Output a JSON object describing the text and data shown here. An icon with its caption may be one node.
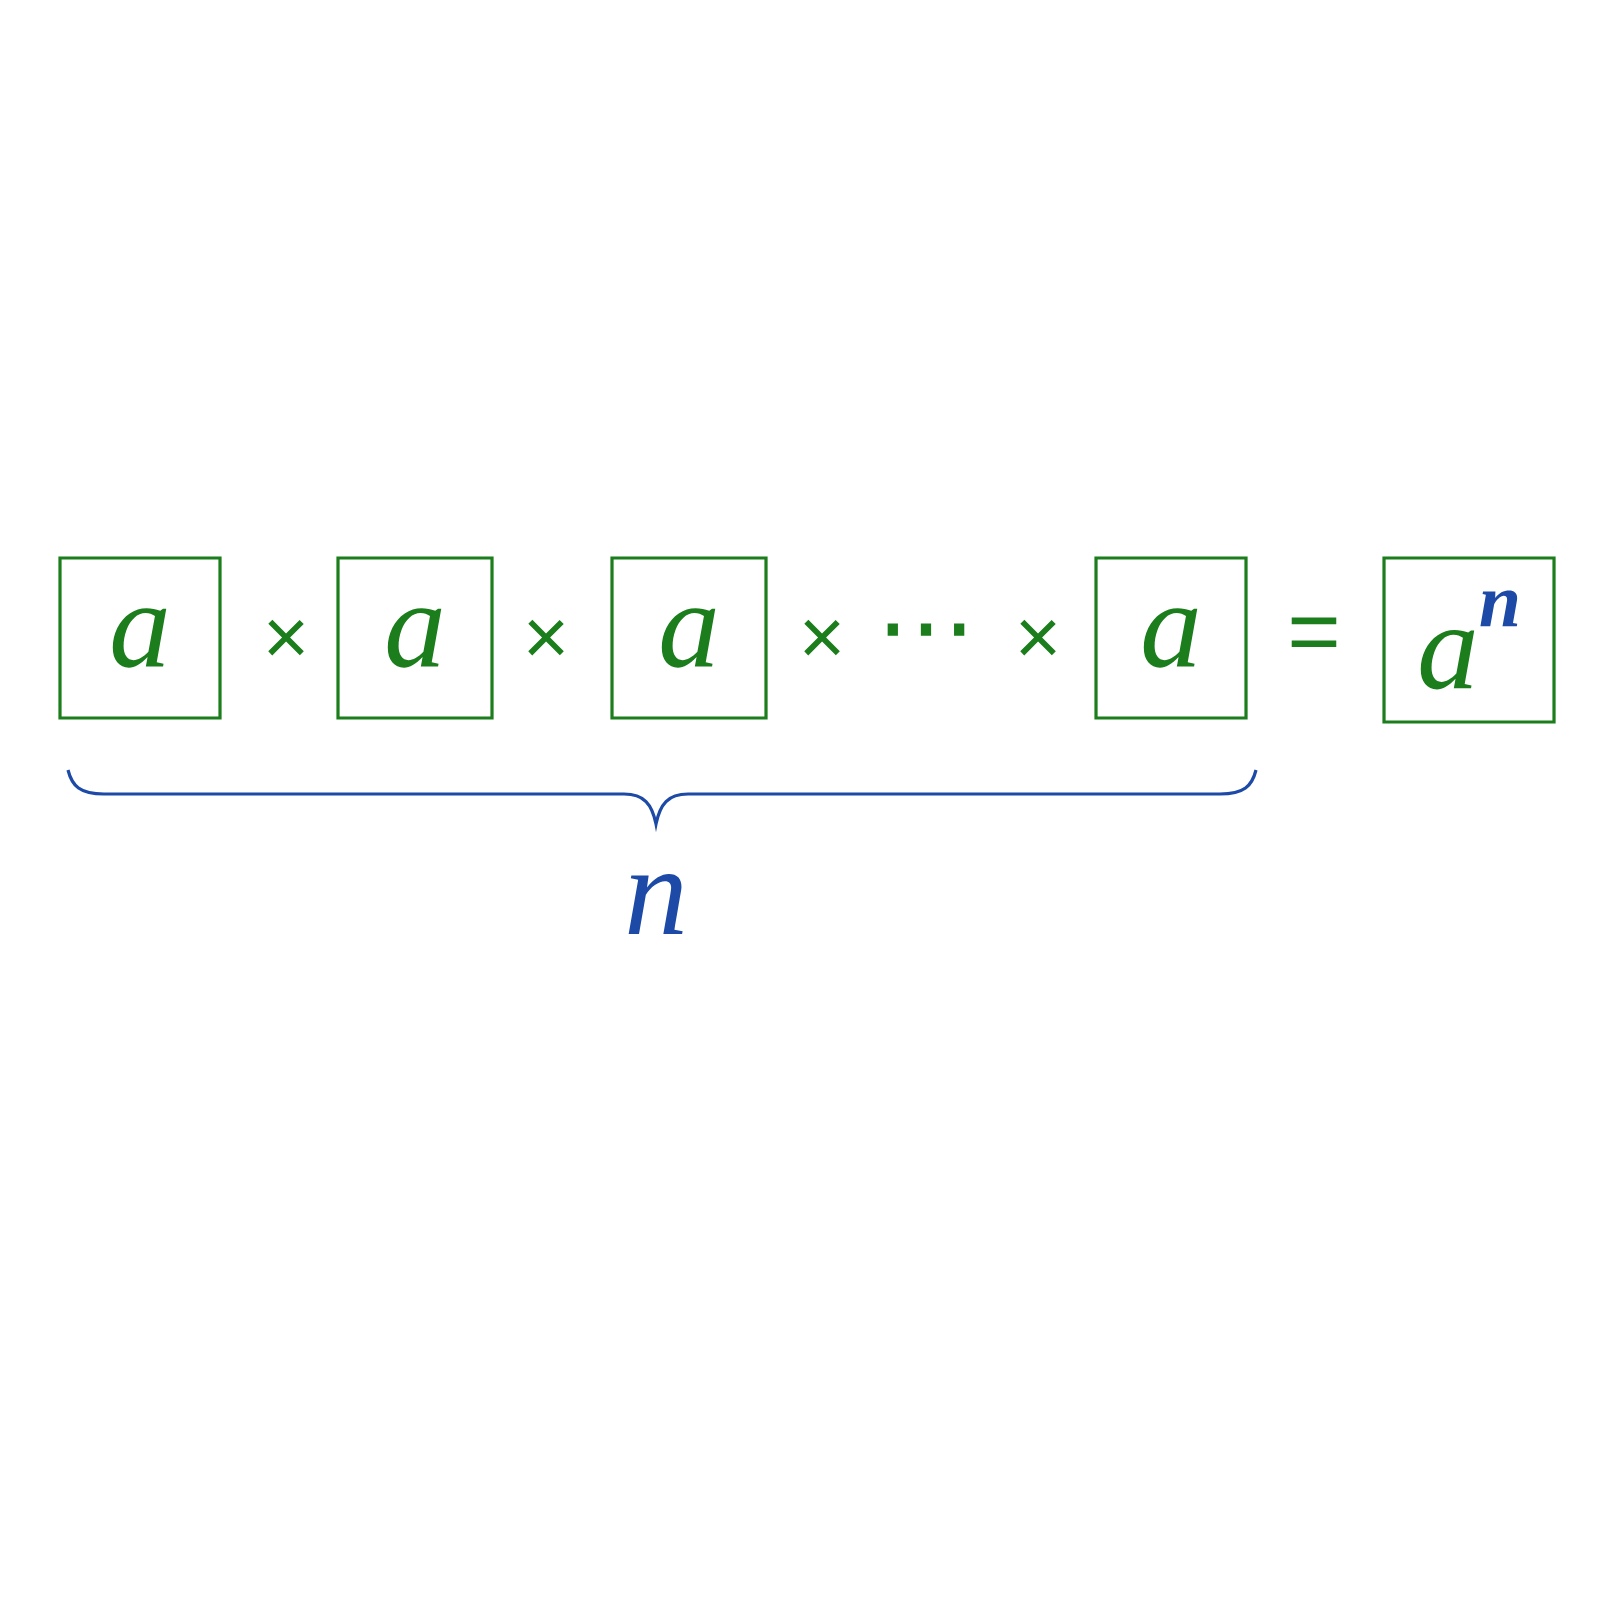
{
  "diagram": {
    "nodes": [
      {
        "text": [
          "a"
        ]
      },
      {
        "text": [
          "a"
        ]
      },
      {
        "text": [
          "a"
        ]
      },
      {
        "text": [
          "a"
        ]
      },
      {
        "text": [
          "a$^{n}$"
        ]
      }
    ],
    "labels": [
      "×",
      "×",
      "×",
      "⋯",
      "×",
      "=",
      "n"
    ]
  }
}
